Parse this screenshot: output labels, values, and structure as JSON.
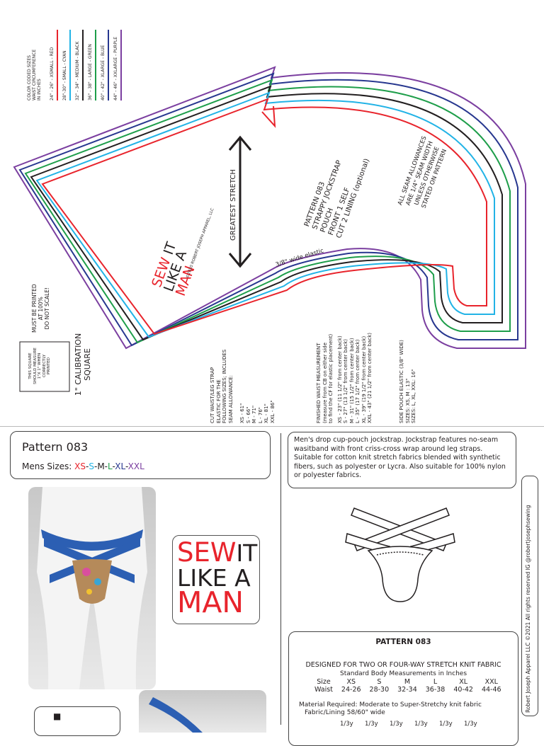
{
  "pattern_sheet": {
    "legend": {
      "header": [
        "COLOR CODED SIZES",
        "WAIST CIRCUMFERENCE",
        "IN INCHES"
      ],
      "entries": [
        {
          "text": "24\" - 26\" - XSMALL - RED",
          "color": "#e8242c"
        },
        {
          "text": "28\"-30\" - SMALL - CYAN",
          "color": "#22b3e6"
        },
        {
          "text": "32\" - 34\" - MEDIUM - BLACK",
          "color": "#231f20"
        },
        {
          "text": "36\" - 38\" - LARGE - GREEN",
          "color": "#1e9e4a"
        },
        {
          "text": "40\" - 42\" - XLARGE - BLUE",
          "color": "#27378f"
        },
        {
          "text": "44\" - 46\" - XXLARGE - PURPLE",
          "color": "#7b3fa0"
        }
      ]
    },
    "print_warning": [
      "MUST BE PRINTED",
      "AT 100%",
      "DO NOT SCALE!"
    ],
    "calibration_box_text": [
      "THIS SQUARE",
      "SHOULD MEASURE",
      "1\"X 1\" WHEN",
      "CORRECTLY",
      "PRINTED"
    ],
    "calibration_label": [
      "1\" CALIBRATION",
      "SQUARE"
    ],
    "greatest_stretch": "GREATEST STRETCH",
    "elastic_label": "3/8\" wide elastic",
    "piece_info": [
      "PATTERN 083",
      "STRAPPY JOCKSTRAP",
      "POUCH",
      "FRONT 1 SELF",
      "CUT 2 LINING (optional)"
    ],
    "seam_note": [
      "ALL SEAM ALLOWANCES",
      "ARE 1/4\" SEAM WIDTH",
      "UNLESS OTHERWISE",
      "STATED ON PATTERN"
    ],
    "copyright_small": "©2020 ROBERT JOSEPH APPAREL, LLC",
    "logo": {
      "sew": "SEW",
      "it": "IT",
      "like": "LIKE",
      "a": "A",
      "man": "MAN"
    },
    "cut_strap": {
      "lines": [
        "CUT WAIST/LEG STRAP",
        "ELASTIC FOR THE",
        "FOLLOWING SIZES; INCLUDES",
        "SEAM ALLOWANCE:"
      ],
      "sizes": [
        "XS - 61\"",
        "S - 66\"",
        "M - 71\"",
        "L - 76\"",
        "XL - 81\"",
        "XXL - 86\""
      ]
    },
    "waist_measure": {
      "lines": [
        "FINISHED WAIST MEASUREMENT",
        "(measure from CB on either side",
        "to find the CF for elastic placement)"
      ],
      "sizes": [
        "XS - 23\" (11 1/2\" from center back)",
        "S - 27\" (13 1/2\" from center back)",
        "M - 31\" (15 1/2\" from center back)",
        "L - 35\" (17 1/2\" from center back)",
        "XL - 39\" (19 1/2\" from center back)",
        "XXL - 43\" (21 1/2\" from center back)"
      ]
    },
    "side_pouch": [
      "SIDE POUCH ELASTIC (3/8\" WIDE)",
      "SIZES: XS, M : 13\"",
      "SIZES: L, XL, XXL: 16\""
    ]
  },
  "card": {
    "title": "Pattern 083",
    "sizes_prefix": "Mens Sizes: ",
    "sizes": [
      {
        "label": "XS",
        "color": "#e8242c"
      },
      {
        "label": "S",
        "color": "#22b3e6"
      },
      {
        "label": "M",
        "color": "#231f20"
      },
      {
        "label": "L",
        "color": "#1e9e4a"
      },
      {
        "label": "XL",
        "color": "#27378f"
      },
      {
        "label": "XXL",
        "color": "#7b3fa0"
      }
    ],
    "description": "Men's drop cup-pouch jockstrap. Jockstrap features no-seam wasitband with front criss-cross wrap around leg straps. Suitable for cotton knit stretch fabrics blended with synthetic fibers, such as polyester or Lycra. Also suitable for 100% nylon or polyester fabrics.",
    "footer_vertical": "Robert Joseph Apparel LLC ©2021 All rights reserved     IG @robertjosephsewing"
  },
  "info": {
    "title": "PATTERN 083",
    "designed_for": "DESIGNED FOR TWO OR FOUR-WAY STRETCH KNIT FABRIC",
    "std_body": "Standard Body Measurements in Inches",
    "size_row_label": "Size",
    "waist_row_label": "Waist",
    "sizes": [
      "XS",
      "S",
      "M",
      "L",
      "XL",
      "XXL"
    ],
    "waists": [
      "24-26",
      "28-30",
      "32-34",
      "36-38",
      "40-42",
      "44-46"
    ],
    "material_required": "Material Required: Moderate to Super-Stretchy knit fabric",
    "fabric_lining": "Fabric/Lining 58/60\" wide",
    "yardage": [
      "1/3y",
      "1/3y",
      "1/3y",
      "1/3y",
      "1/3y",
      "1/3y"
    ]
  },
  "logo_small": {
    "glyph": "■"
  }
}
